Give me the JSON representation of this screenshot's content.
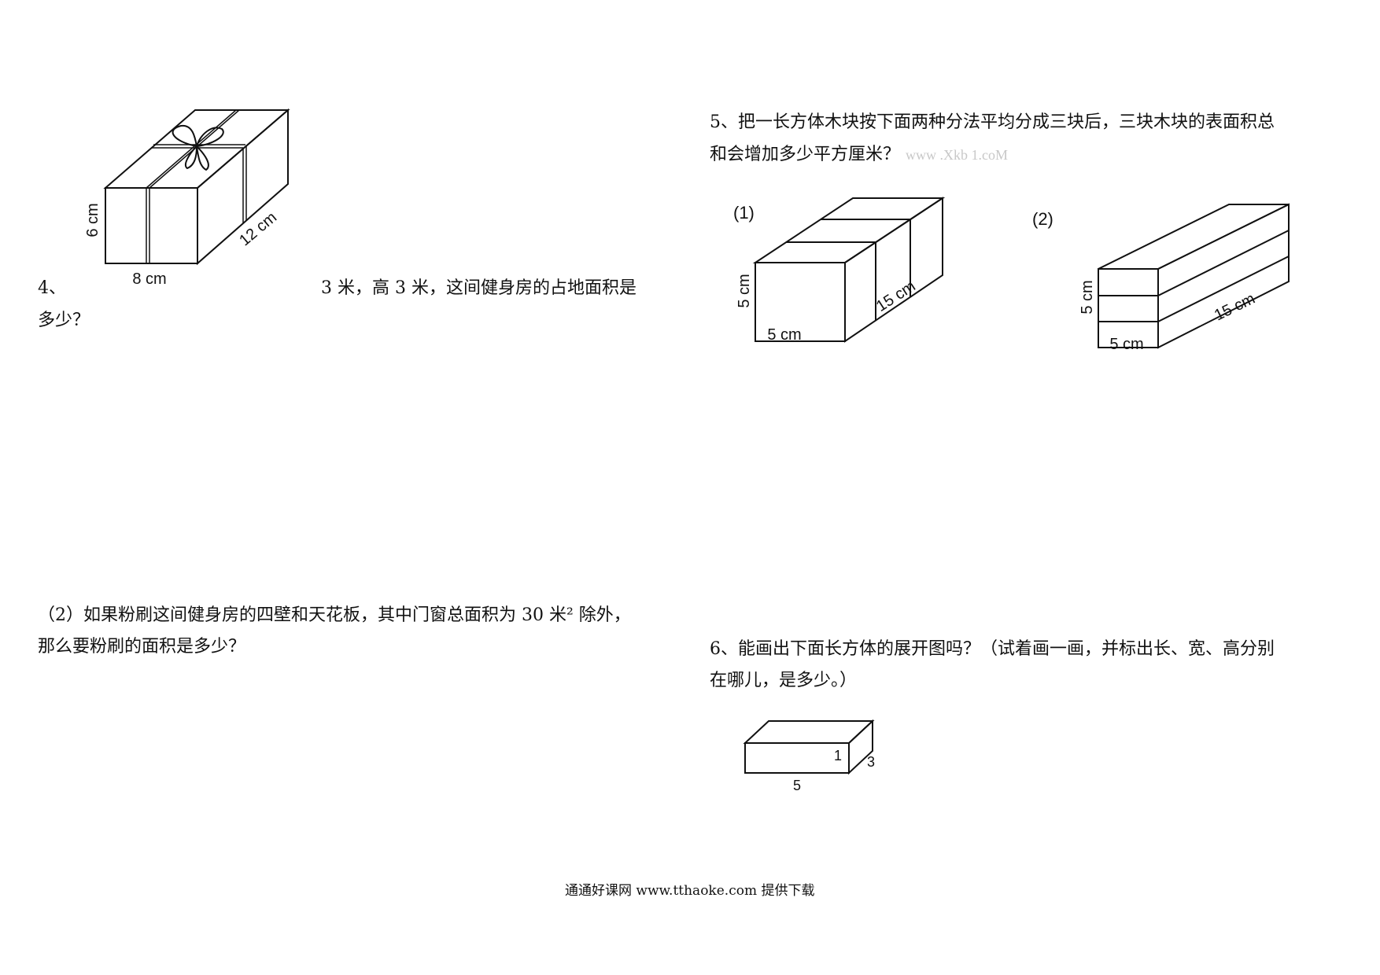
{
  "q4": {
    "number": "4、",
    "line1_fragment": "3 米，高 3 米，这间健身房的占地面积是",
    "line2": "多少？",
    "figure": {
      "height_label": "6 cm",
      "width_label": "8 cm",
      "length_label": "12 cm"
    }
  },
  "q4_part2": {
    "line1": "（2）如果粉刷这间健身房的四壁和天花板，其中门窗总面积为 30 米² 除外，",
    "line2": "那么要粉刷的面积是多少？"
  },
  "q5": {
    "line1": "5、把一长方体木块按下面两种分法平均分成三块后，三块木块的表面积总",
    "line2": "和会增加多少平方厘米？",
    "watermark": "www .Xkb 1.coM",
    "fig1": {
      "label": "(1)",
      "height_label": "5 cm",
      "width_label": "5 cm",
      "length_label": "15 cm"
    },
    "fig2": {
      "label": "(2)",
      "height_label": "5 cm",
      "width_label": "5 cm",
      "length_label": "15 cm"
    }
  },
  "q6": {
    "line1": "6、能画出下面长方体的展开图吗？（试着画一画，并标出长、宽、高分别",
    "line2": "在哪儿，是多少。）",
    "figure": {
      "length_label": "5",
      "width_label": "3",
      "height_label": "1"
    }
  },
  "footer": {
    "text": "通通好课网  www.tthaoke.com  提供下载"
  }
}
